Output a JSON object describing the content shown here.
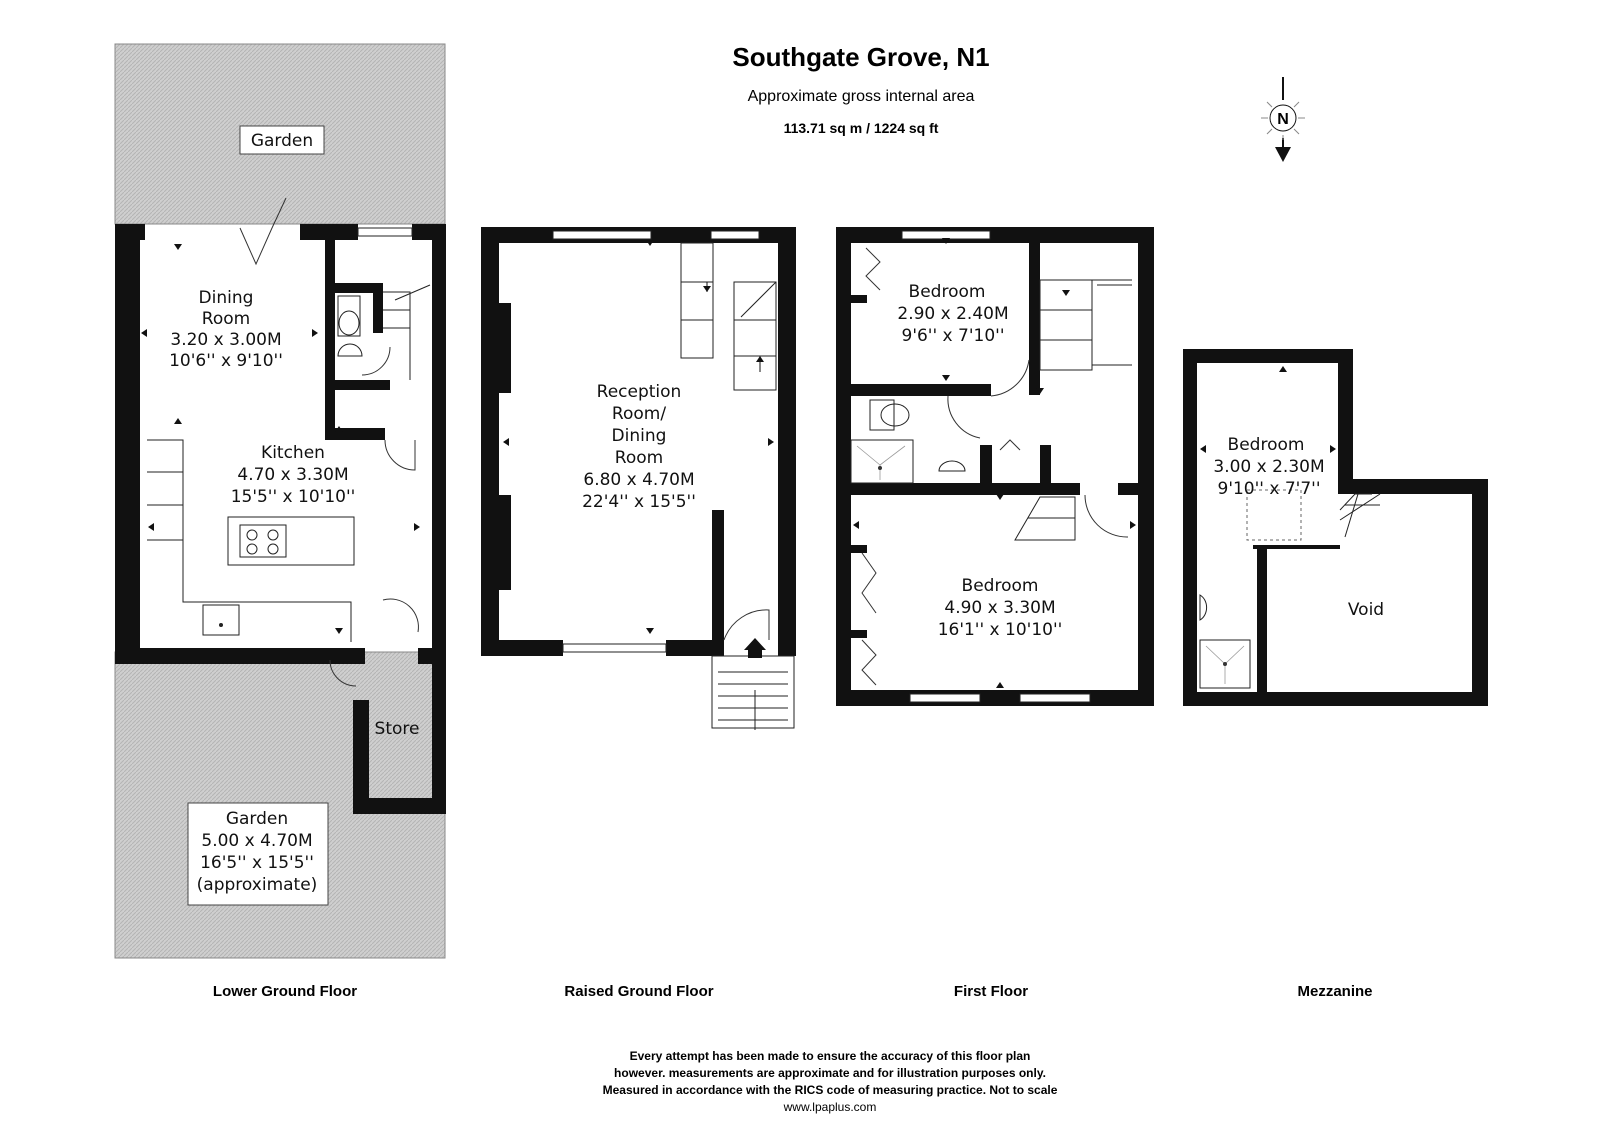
{
  "header": {
    "title": "Southgate Grove, N1",
    "subtitle": "Approximate gross internal area",
    "area": "113.71 sq m / 1224 sq ft"
  },
  "compass": {
    "letter": "N"
  },
  "floors": {
    "lower_ground": "Lower Ground Floor",
    "raised_ground": "Raised Ground Floor",
    "first": "First Floor",
    "mezzanine": "Mezzanine"
  },
  "rooms": {
    "garden_top": {
      "name": "Garden"
    },
    "dining": {
      "line1": "Dining",
      "line2": "Room",
      "metric": "3.20 x 3.00M",
      "imperial": "10'6'' x 9'10''"
    },
    "kitchen": {
      "name": "Kitchen",
      "metric": "4.70 x 3.30M",
      "imperial": "15'5'' x 10'10''"
    },
    "store": {
      "name": "Store"
    },
    "garden_bottom": {
      "name": "Garden",
      "metric": "5.00 x 4.70M",
      "imperial": "16'5'' x 15'5''",
      "note": "(approximate)"
    },
    "reception": {
      "line1": "Reception",
      "line2": "Room/",
      "line3": "Dining",
      "line4": "Room",
      "metric": "6.80 x 4.70M",
      "imperial": "22'4'' x 15'5''"
    },
    "bedroom_first_small": {
      "name": "Bedroom",
      "metric": "2.90 x 2.40M",
      "imperial": "9'6'' x 7'10''"
    },
    "bedroom_first_large": {
      "name": "Bedroom",
      "metric": "4.90 x 3.30M",
      "imperial": "16'1'' x 10'10''"
    },
    "bedroom_mezz": {
      "name": "Bedroom",
      "metric": "3.00 x 2.30M",
      "imperial": "9'10'' x 7'7''"
    },
    "void": {
      "name": "Void"
    }
  },
  "disclaimer": {
    "line1": "Every attempt has been made to ensure the accuracy of this floor plan",
    "line2": "however. measurements are approximate and for illustration purposes only.",
    "line3": "Measured in accordance with the RICS code of measuring practice. Not to scale",
    "website": "www.lpaplus.com"
  },
  "colors": {
    "wall": "#111111",
    "garden": "#c9c9c9",
    "background": "#ffffff"
  }
}
